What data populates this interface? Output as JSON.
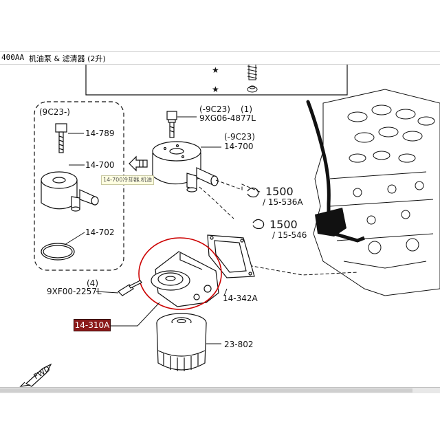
{
  "header": {
    "code": "400AA",
    "title": "机油泵 & 滤清器 (2升)"
  },
  "tooltip": {
    "text": "14-700冷却器,机油"
  },
  "diagram": {
    "inset_title": "(9C23-)",
    "inset_labels": [
      "14-789",
      "14-700",
      "14-702"
    ],
    "bolt_top_note": "(-9C23)",
    "bolt_top_qty": "(1)",
    "bolt_top_part": "9XG06-4877L",
    "cooler_note": "(-9C23)",
    "cooler_part": "14-700",
    "hose1_num": "1500",
    "hose1_part": "/ 15-536A",
    "hose2_num": "1500",
    "hose2_part": "/ 15-546",
    "bolt_left_qty": "(4)",
    "bolt_left_part": "9XF00-2257L",
    "gasket_part": "14-342A",
    "filter_part": "23-802",
    "fwd": "FWD",
    "star": "★"
  },
  "selected_part": "14-310A"
}
